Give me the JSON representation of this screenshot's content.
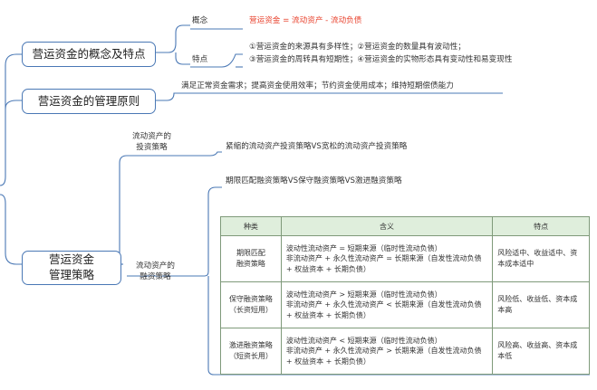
{
  "root_nodes": {
    "concept": "营运资金的概念及特点",
    "principle": "营运资金的管理原则",
    "strategy": "营运资金\n管理策略"
  },
  "concept_branch": {
    "concept_label": "概念",
    "concept_formula": "营运资金 = 流动资产 - 流动负债",
    "feature_label": "特点",
    "feature_line1": "①营运资金的来源具有多样性；②营运资金的数量具有波动性；",
    "feature_line2": "③营运资金的周转具有短期性；④营运资金的实物形态具有变动性和易变现性"
  },
  "principle_branch": {
    "text": "满足正常资金需求；提高资金使用效率；节约资金使用成本；维持短期偿债能力"
  },
  "strategy_branch": {
    "invest_label": "流动资产的\n投资策略",
    "invest_text": "紧缩的流动资产投资策略VS宽松的流动资产投资策略",
    "finance_label": "流动资产的\n融资策略",
    "finance_text": "期限匹配融资策略VS保守融资策略VS激进融资策略"
  },
  "table": {
    "headers": [
      "种类",
      "含义",
      "特点"
    ],
    "rows": [
      {
        "type": "期限匹配\n融资策略",
        "meaning": "波动性流动资产 = 短期来源（临时性流动负债）\n非流动资产 + 永久性流动资产 = 长期来源（自发性流动负债 + 权益资本 + 长期负债）",
        "feature": "风险适中、收益适中、资本成本适中"
      },
      {
        "type": "保守融资策略\n（长资短用）",
        "meaning": "波动性流动资产 > 短期来源（临时性流动负债）\n非流动资产 + 永久性流动资产 < 长期来源（自发性流动负债 + 权益资本 + 长期负债）",
        "feature": "风险低、收益低、资本成本高"
      },
      {
        "type": "激进融资策略\n（短资长用）",
        "meaning": "波动性流动资产 < 短期来源（临时性流动负债）\n非流动资产 + 永久性流动资产 > 长期来源（自发性流动负债 + 权益资本 + 长期负债）",
        "feature": "风险高、收益高、资本成本低"
      }
    ]
  },
  "colors": {
    "line": "#4a78b5",
    "accent_red": "#e8412c",
    "table_header_bg": "#dfeedc",
    "table_border": "#7f9a7a"
  }
}
